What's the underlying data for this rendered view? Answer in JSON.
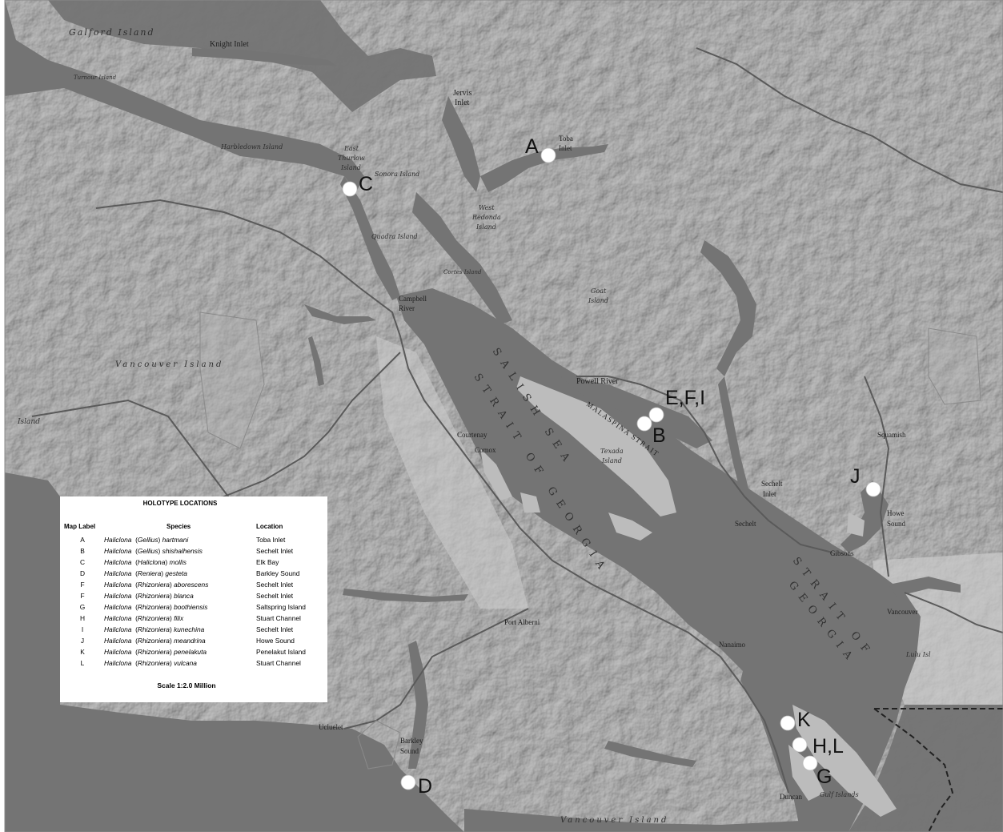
{
  "map": {
    "places": [
      {
        "id": "galford-island",
        "text": "Galford Island"
      },
      {
        "id": "knight-inlet",
        "text": "Knight Inlet"
      },
      {
        "id": "jervis-inlet-1",
        "text": "Jervis"
      },
      {
        "id": "jervis-inlet-2",
        "text": "Inlet"
      },
      {
        "id": "toba-inlet-1",
        "text": "Toba"
      },
      {
        "id": "toba-inlet-2",
        "text": "Inlet"
      },
      {
        "id": "east-thurlow-1",
        "text": "East"
      },
      {
        "id": "east-thurlow-2",
        "text": "Thurlow"
      },
      {
        "id": "east-thurlow-3",
        "text": "Island"
      },
      {
        "id": "sonora-island",
        "text": "Sonora Island"
      },
      {
        "id": "west-redonda-1",
        "text": "West"
      },
      {
        "id": "west-redonda-2",
        "text": "Redonda"
      },
      {
        "id": "west-redonda-3",
        "text": "Island"
      },
      {
        "id": "quadra-island",
        "text": "Quadra Island"
      },
      {
        "id": "cortes-island",
        "text": "Cortes Island"
      },
      {
        "id": "goat-island-1",
        "text": "Goat"
      },
      {
        "id": "goat-island-2",
        "text": "Island"
      },
      {
        "id": "campbell-river-1",
        "text": "Campbell"
      },
      {
        "id": "campbell-river-2",
        "text": "River"
      },
      {
        "id": "vancouver-island-north",
        "text": "Vancouver Island"
      },
      {
        "id": "powell-river",
        "text": "Powell River"
      },
      {
        "id": "courtenay",
        "text": "Courtenay"
      },
      {
        "id": "comox",
        "text": "Comox"
      },
      {
        "id": "texada-1",
        "text": "Texada"
      },
      {
        "id": "texada-2",
        "text": "Island"
      },
      {
        "id": "squamish",
        "text": "Squamish"
      },
      {
        "id": "sechelt-inlet-1",
        "text": "Sechelt"
      },
      {
        "id": "sechelt-inlet-2",
        "text": "Inlet"
      },
      {
        "id": "howe-sound-1",
        "text": "Howe"
      },
      {
        "id": "howe-sound-2",
        "text": "Sound"
      },
      {
        "id": "sechelt",
        "text": "Sechelt"
      },
      {
        "id": "gibsons",
        "text": "Gibsons"
      },
      {
        "id": "vancouver",
        "text": "Vancouver"
      },
      {
        "id": "lulu-island",
        "text": "Lulu Isl"
      },
      {
        "id": "port-alberni",
        "text": "Port Alberni"
      },
      {
        "id": "nanaimo",
        "text": "Nanaimo"
      },
      {
        "id": "ucluelet",
        "text": "Ucluelet"
      },
      {
        "id": "barkley-sound-1",
        "text": "Barkley"
      },
      {
        "id": "barkley-sound-2",
        "text": "Sound"
      },
      {
        "id": "duncan",
        "text": "Duncan"
      },
      {
        "id": "gulf-islands",
        "text": "Gulf Islands"
      },
      {
        "id": "vancouver-island-south",
        "text": "Vancouver Island"
      },
      {
        "id": "harbledown-island",
        "text": "Harbledown Island"
      },
      {
        "id": "turnour-island",
        "text": "Turnour Island"
      },
      {
        "id": "west-edge-island",
        "text": "Island"
      }
    ],
    "water_labels": {
      "salish_sea": "SALISH SEA",
      "strait_of_georgia": "STRAIT OF GEORGIA",
      "malaspina_strait": "MALASPINA STRAIT",
      "strait_of_georgia_right_1": "STRAIT OF",
      "strait_of_georgia_right_2": "GEORGIA"
    },
    "markers": [
      {
        "label": "A"
      },
      {
        "label": "B"
      },
      {
        "label": "C"
      },
      {
        "label": "D"
      },
      {
        "label": "E,F,I"
      },
      {
        "label": "G"
      },
      {
        "label": "H,L"
      },
      {
        "label": "J"
      },
      {
        "label": "K"
      }
    ]
  },
  "legend": {
    "title": "HOLOTYPE LOCATIONS",
    "headers": {
      "label": "Map Label",
      "species": "Species",
      "location": "Location"
    },
    "rows": [
      {
        "label": "A",
        "genus": "Haliclona",
        "subgenus": "(Gellius)",
        "epithet": "hartmani",
        "location": "Toba Inlet"
      },
      {
        "label": "B",
        "genus": "Haliclona",
        "subgenus": "(Gellius)",
        "epithet": "shishalhensis",
        "location": "Sechelt Inlet"
      },
      {
        "label": "C",
        "genus": "Haliclona",
        "subgenus": "(Haliclona)",
        "epithet": "mollis",
        "location": "Elk Bay"
      },
      {
        "label": "D",
        "genus": "Haliclona",
        "subgenus": "(Reniera)",
        "epithet": "gesteta",
        "location": "Barkley Sound"
      },
      {
        "label": "F",
        "genus": "Haliclona",
        "subgenus": "(Rhizoniera)",
        "epithet": "aborescens",
        "location": "Sechelt Inlet"
      },
      {
        "label": "F",
        "genus": "Haliclona",
        "subgenus": "(Rhizoniera)",
        "epithet": "blanca",
        "location": "Sechelt Inlet"
      },
      {
        "label": "G",
        "genus": "Haliclona",
        "subgenus": "(Rhizoniera)",
        "epithet": "boothiensis",
        "location": "Saltspring Island"
      },
      {
        "label": "H",
        "genus": "Haliclona",
        "subgenus": "(Rhizoniera)",
        "epithet": "filix",
        "location": "Stuart Channel"
      },
      {
        "label": "I",
        "genus": "Haliclona",
        "subgenus": "(Rhizoniera)",
        "epithet": "kunechina",
        "location": "Sechelt Inlet"
      },
      {
        "label": "J",
        "genus": "Haliclona",
        "subgenus": "(Rhizoniera)",
        "epithet": "meandrina",
        "location": "Howe Sound"
      },
      {
        "label": "K",
        "genus": "Haliclona",
        "subgenus": "(Rhizoniera)",
        "epithet": "penelakuta",
        "location": "Penelakut Island"
      },
      {
        "label": "L",
        "genus": "Haliclona",
        "subgenus": "(Rhizoniera)",
        "epithet": "vulcana",
        "location": "Stuart Channel"
      }
    ],
    "scale": "Scale 1:2.0 Million"
  },
  "colors": {
    "water": "#737373",
    "land": "#b9b9b9",
    "land_light": "#c6c6c6",
    "road": "#5d5d5d",
    "marker": "#ffffff"
  }
}
